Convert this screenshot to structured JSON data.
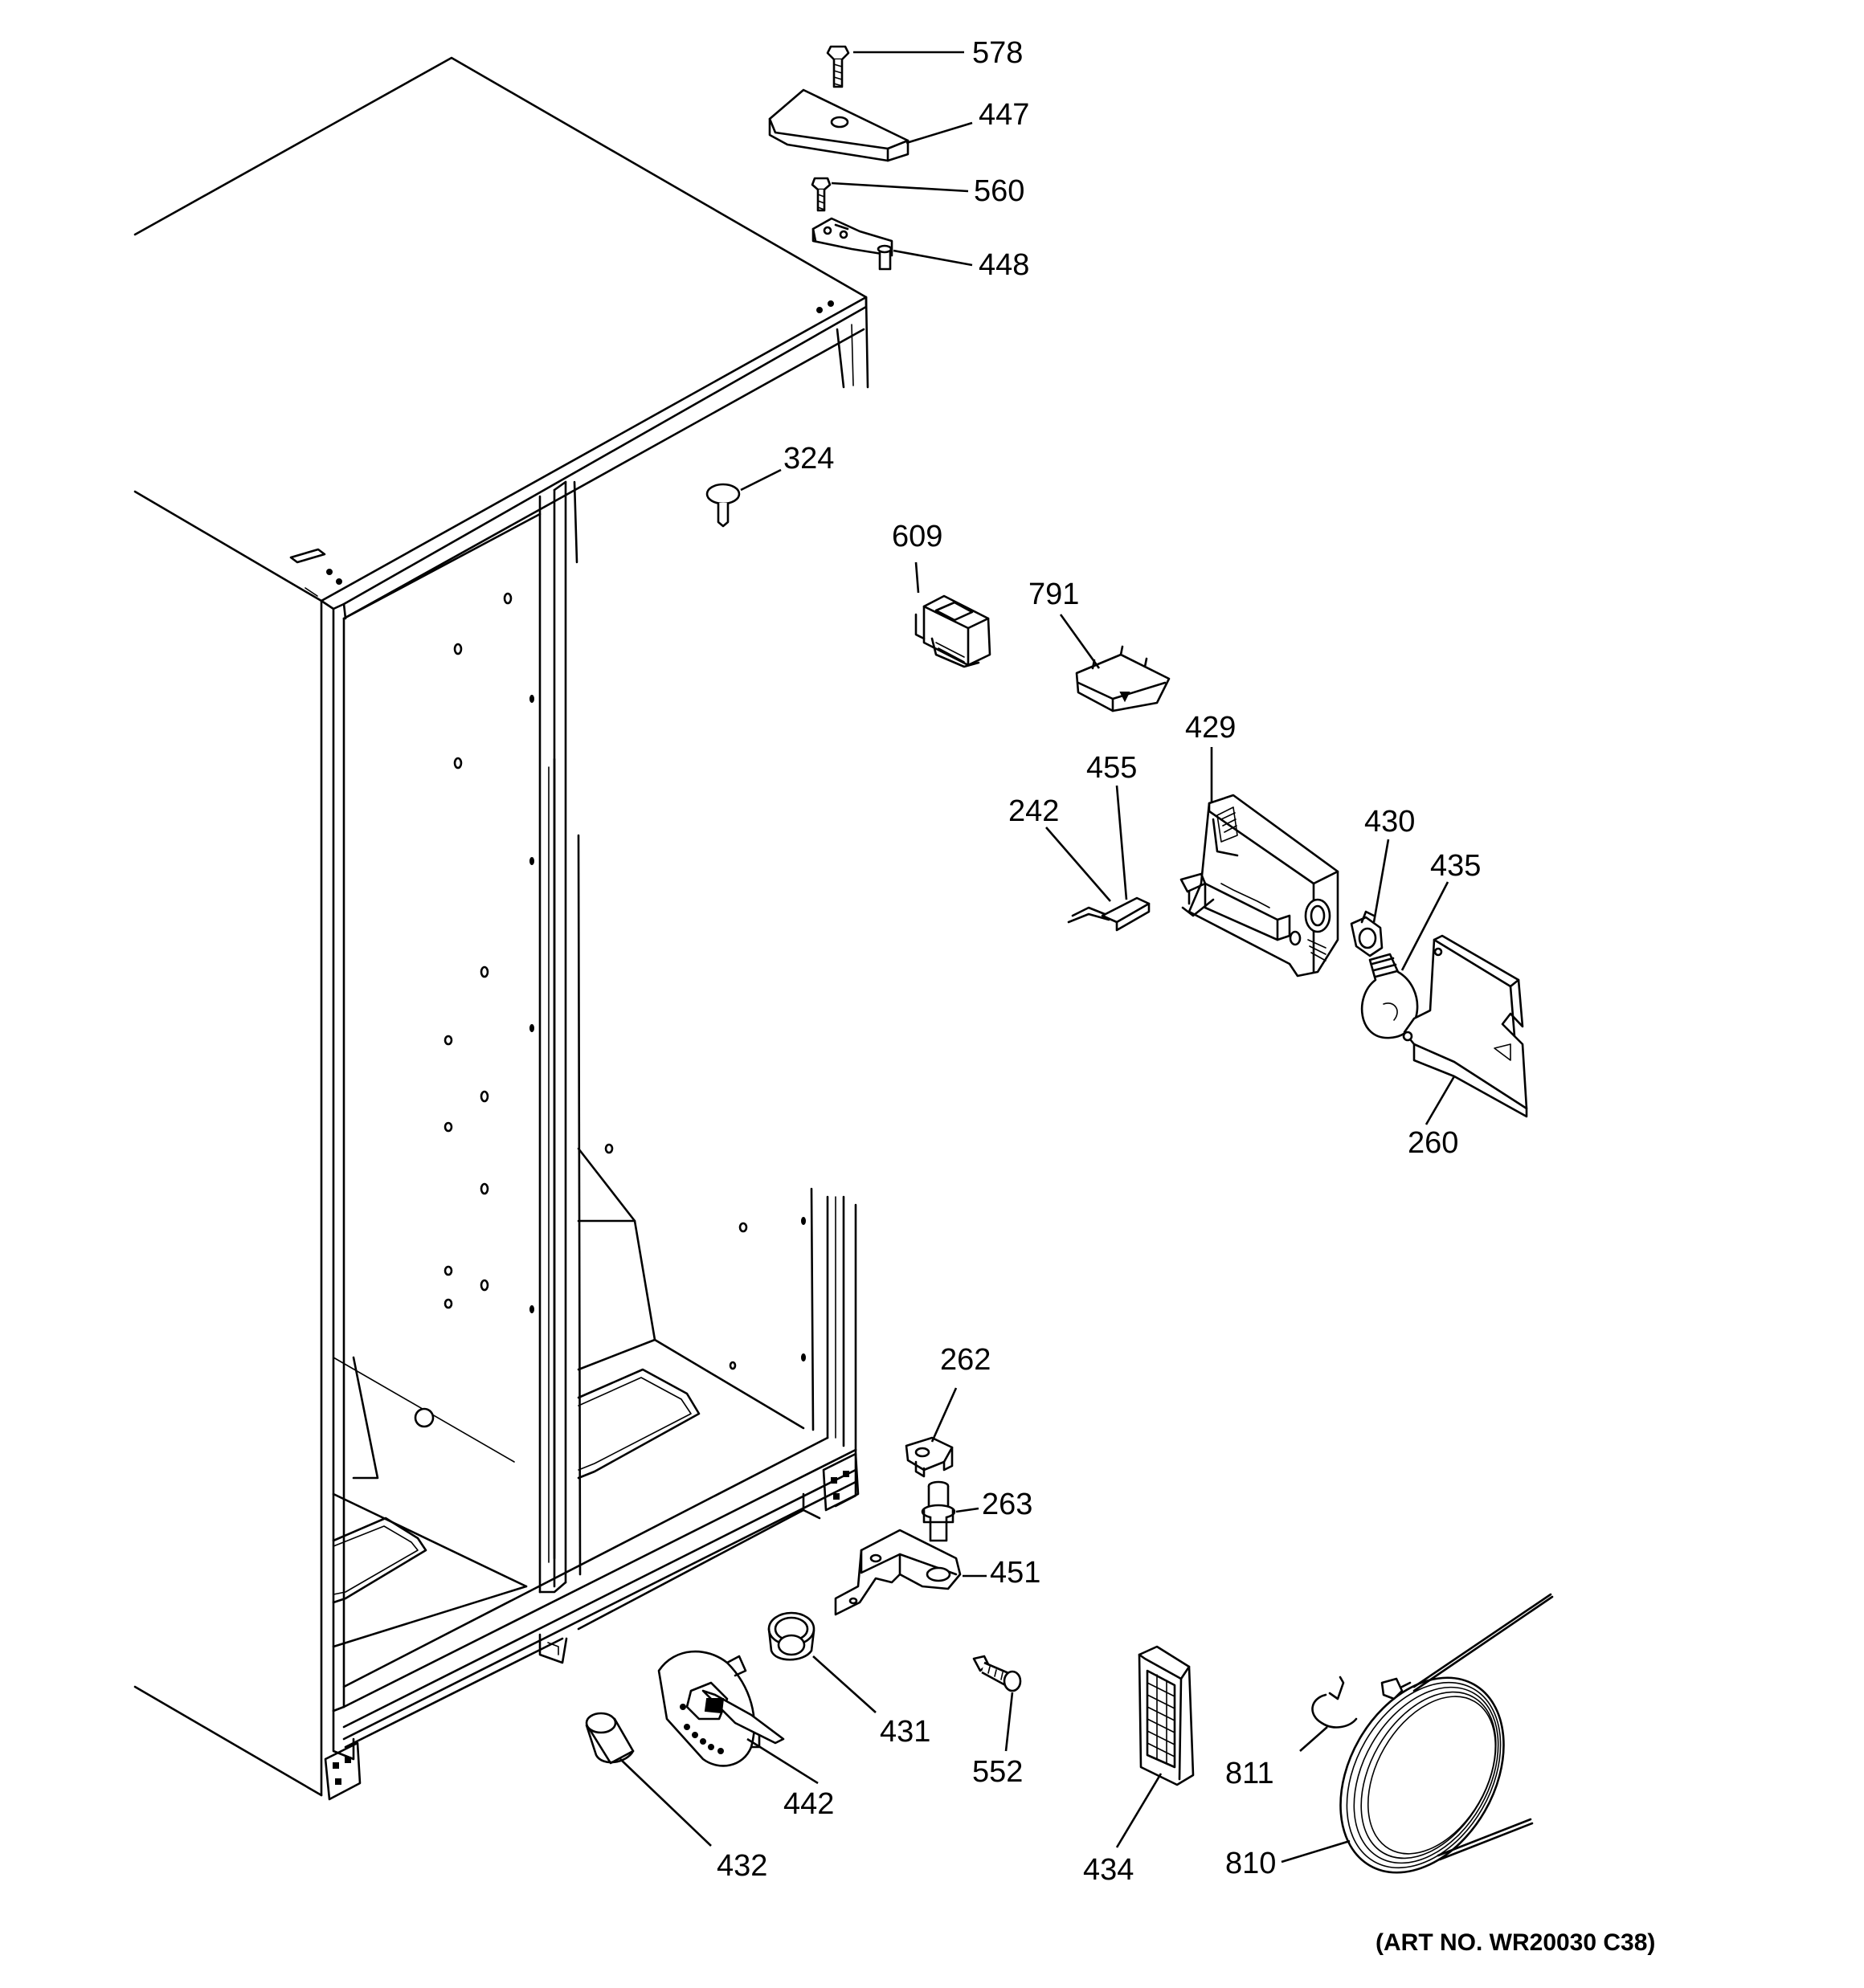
{
  "diagram": {
    "parts": [
      {
        "id": "578"
      },
      {
        "id": "447"
      },
      {
        "id": "560"
      },
      {
        "id": "448"
      },
      {
        "id": "324"
      },
      {
        "id": "609"
      },
      {
        "id": "791"
      },
      {
        "id": "429"
      },
      {
        "id": "455"
      },
      {
        "id": "242"
      },
      {
        "id": "430"
      },
      {
        "id": "435"
      },
      {
        "id": "260"
      },
      {
        "id": "262"
      },
      {
        "id": "263"
      },
      {
        "id": "451"
      },
      {
        "id": "431"
      },
      {
        "id": "552"
      },
      {
        "id": "442"
      },
      {
        "id": "432"
      },
      {
        "id": "434"
      },
      {
        "id": "811"
      },
      {
        "id": "810"
      }
    ],
    "art_number": "(ART NO. WR20030 C38)"
  }
}
